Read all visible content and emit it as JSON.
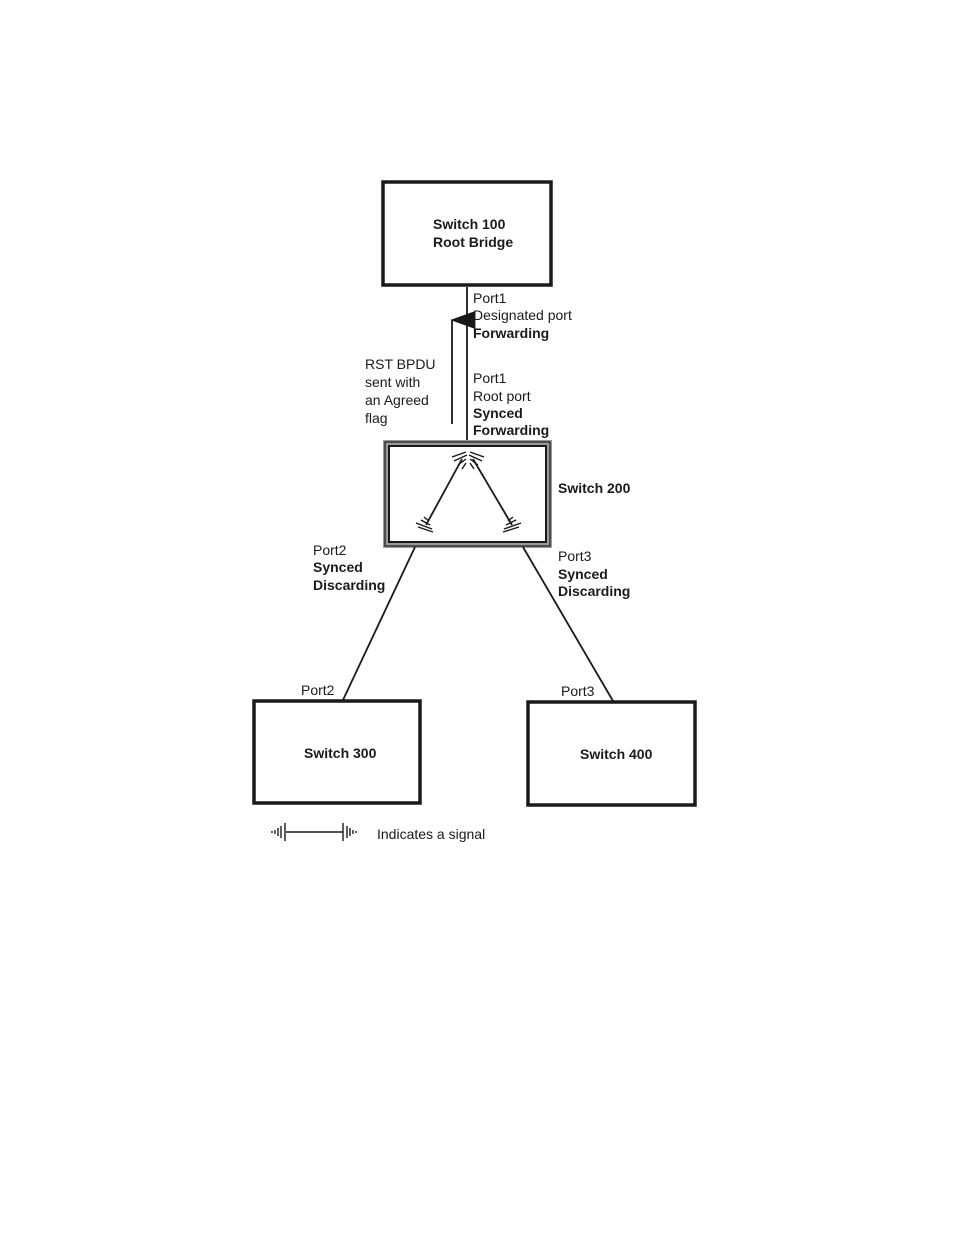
{
  "switch100": {
    "line1": "Switch 100",
    "line2": "Root Bridge"
  },
  "switch100_port": {
    "line1": "Port1",
    "line2": "Designated port",
    "line3": "Forwarding"
  },
  "rst_note": {
    "line1": "RST BPDU",
    "line2": "sent with",
    "line3": "an Agreed",
    "line4": "flag"
  },
  "switch200_port1": {
    "line1": "Port1",
    "line2": "Root port",
    "line3": "Synced",
    "line4": "Forwarding"
  },
  "switch200": {
    "label": "Switch 200"
  },
  "switch200_port2": {
    "line1": "Port2",
    "line2": "Synced",
    "line3": "Discarding"
  },
  "switch200_port3": {
    "line1": "Port3",
    "line2": "Synced",
    "line3": "Discarding"
  },
  "switch300": {
    "label": "Switch 300",
    "port": "Port2"
  },
  "switch400": {
    "label": "Switch 400",
    "port": "Port3"
  },
  "legend": {
    "label": "Indicates a signal",
    "icon": "signal-icon"
  },
  "colors": {
    "ink": "#1a1a1a",
    "highlight_border": "#9a9a9a",
    "background": "#ffffff"
  }
}
